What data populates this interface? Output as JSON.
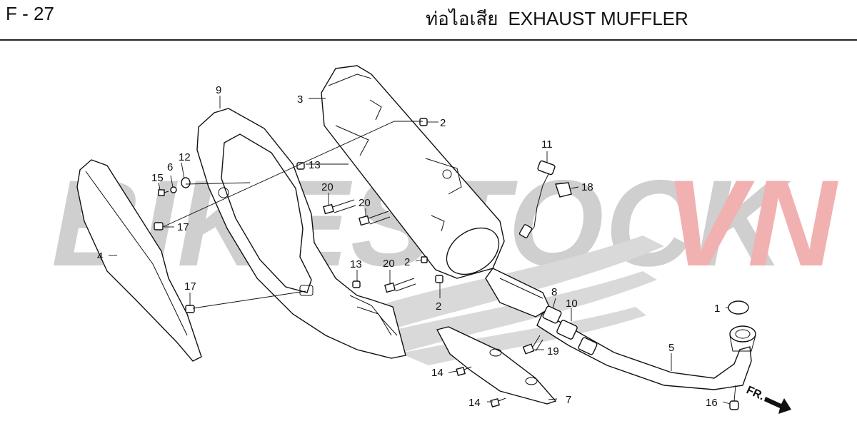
{
  "header": {
    "code": "F - 27",
    "title_th": "ท่อไอเสีย",
    "title_en": "EXHAUST MUFFLER"
  },
  "watermark": {
    "text_a": "BIKESTOCK",
    "text_b": "VN",
    "color_a": "#cfcfcf",
    "color_b": "#f2b1b1"
  },
  "direction_label": "FR.",
  "callouts": {
    "c1": "1",
    "c2a": "2",
    "c2b": "2",
    "c2c": "2",
    "c3": "3",
    "c4": "4",
    "c5": "5",
    "c6": "6",
    "c7": "7",
    "c8": "8",
    "c9": "9",
    "c10": "10",
    "c11": "11",
    "c12": "12",
    "c13a": "13",
    "c13b": "13",
    "c14a": "14",
    "c14b": "14",
    "c15": "15",
    "c16": "16",
    "c17a": "17",
    "c17b": "17",
    "c18": "18",
    "c19": "19",
    "c20a": "20",
    "c20b": "20",
    "c20c": "20"
  }
}
